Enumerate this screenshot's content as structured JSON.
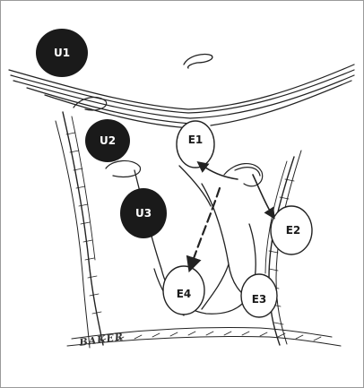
{
  "labels": {
    "u1": "U1",
    "u2": "U2",
    "u3": "U3",
    "e1": "E1",
    "e2": "E2",
    "e3": "E3",
    "e4": "E4"
  },
  "signature": "BAKER",
  "colors": {
    "ink": "#222222",
    "dark_fill": "#1a1a1a",
    "background": "#ffffff",
    "frame": "#9a9a9a"
  }
}
